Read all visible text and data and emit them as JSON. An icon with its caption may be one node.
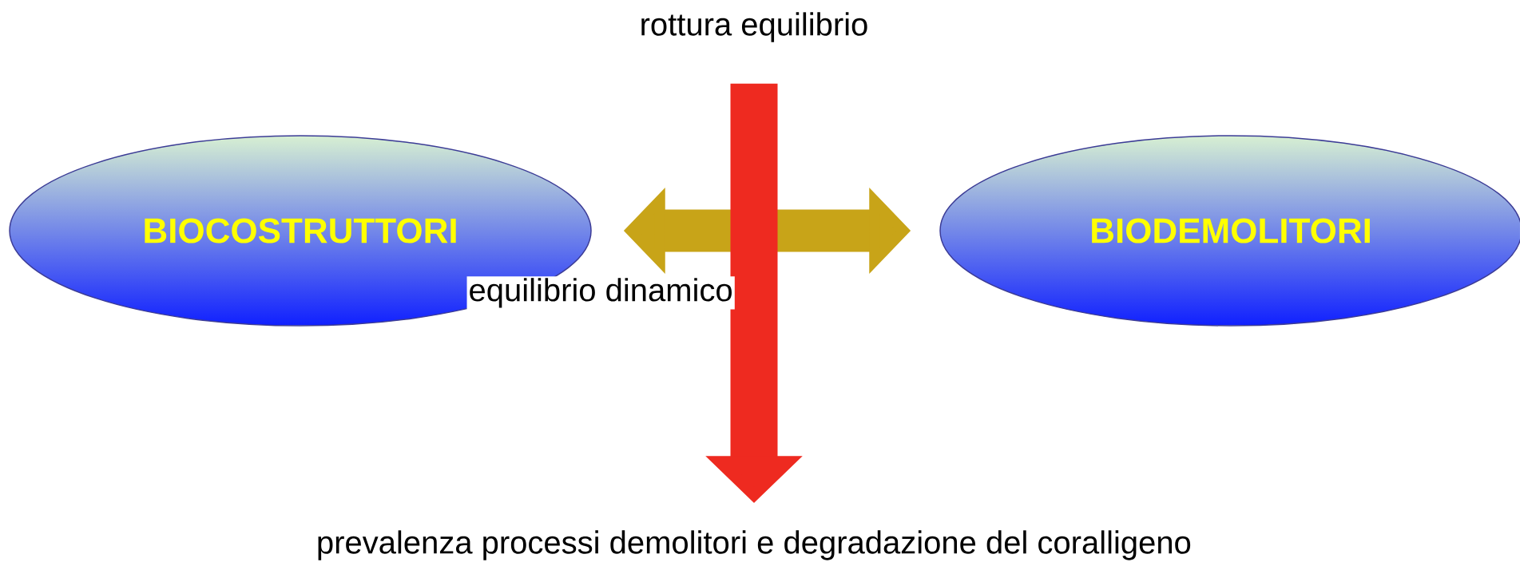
{
  "diagram": {
    "nodes": [
      {
        "text": [
          "BIOCOSTRUTTORI"
        ]
      },
      {
        "text": [
          "BIODEMOLITORI"
        ]
      },
      {
        "text": [
          "rottura equilibrio"
        ]
      },
      {
        "text": [
          "prevalenza processi demolitori e degradazione del coralligeno"
        ]
      }
    ],
    "edges": [
      {
        "from": 0,
        "to": 1,
        "arrow": "both",
        "label": "equilibrio dinamico",
        "color": "#c8a418"
      },
      {
        "from": 2,
        "to": 3,
        "arrow": "to",
        "color": "#ee2a20"
      }
    ]
  }
}
